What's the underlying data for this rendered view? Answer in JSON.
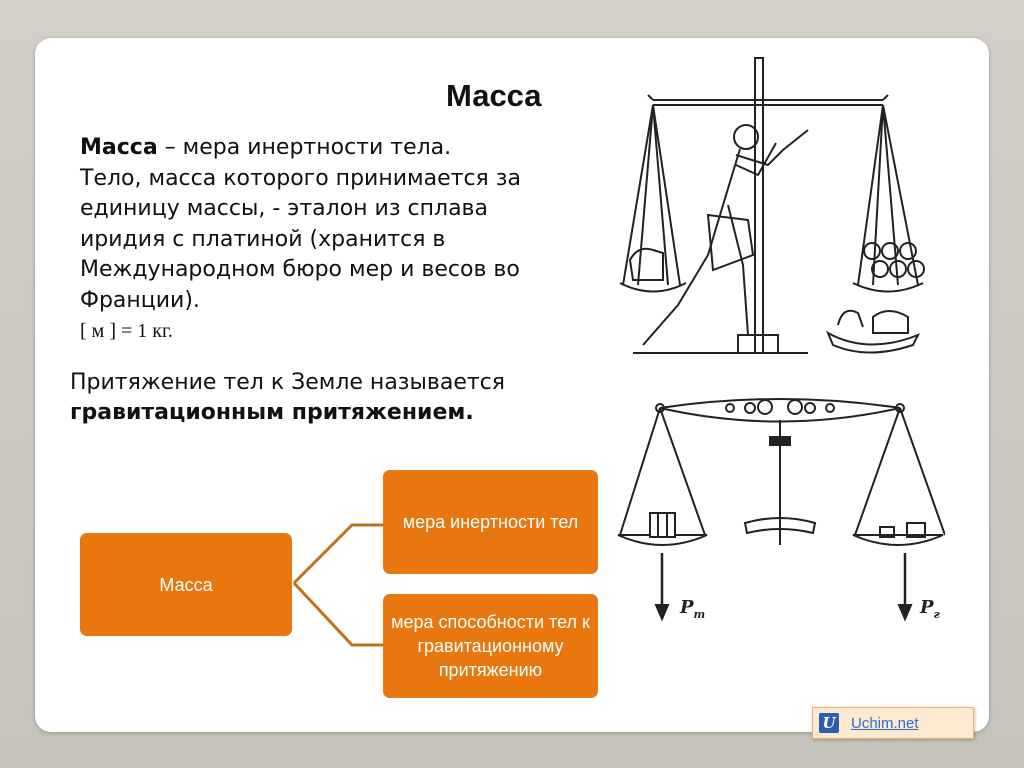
{
  "slide": {
    "title": "Масса",
    "definition": {
      "term": "Масса",
      "rest": " – мера инертности тела.",
      "lines": [
        "Тело, масса которого принимается за",
        "единицу массы,  - эталон из сплава",
        "иридия с платиной (хранится в",
        "Международном бюро мер и весов во",
        "Франции)."
      ]
    },
    "unit": "[ м ] = 1 кг.",
    "gravity": {
      "plain": "Притяжение тел к Земле называется",
      "bold": "гравитационным притяжением."
    },
    "diagram": {
      "root": "Масса",
      "branch1": "мера инертности тел",
      "branch2": "мера способности тел к гравитационному притяжению",
      "color": "#e8770f"
    },
    "scale_labels": {
      "left": "P",
      "left_sub": "т",
      "right": "P",
      "right_sub": "г"
    }
  },
  "footer": {
    "logo": "U",
    "link": "Uchim.net"
  }
}
